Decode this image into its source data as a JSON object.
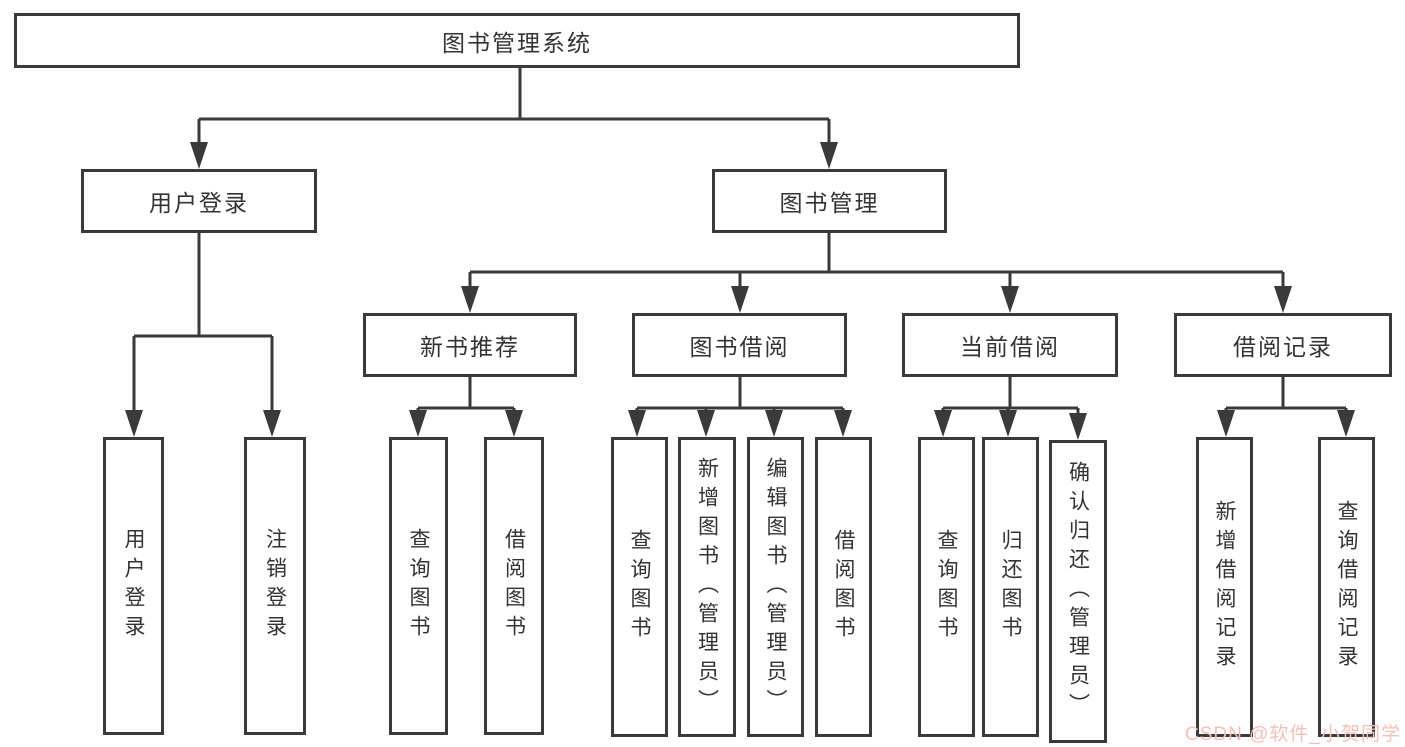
{
  "diagram_type": "hierarchy-tree",
  "colors": {
    "line": "#3a3a3a",
    "text": "#333333",
    "background": "#ffffff",
    "watermark": "#f4c0b8"
  },
  "watermark": {
    "text": "CSDN @软件_小贺同学"
  },
  "tree": {
    "label": "图书管理系统",
    "children": [
      {
        "label": "用户登录",
        "children": [
          {
            "label": "用户登录"
          },
          {
            "label": "注销登录"
          }
        ]
      },
      {
        "label": "图书管理",
        "children": [
          {
            "label": "新书推荐",
            "children": [
              {
                "label": "查询图书"
              },
              {
                "label": "借阅图书"
              }
            ]
          },
          {
            "label": "图书借阅",
            "children": [
              {
                "label": "查询图书"
              },
              {
                "label": "新增图书（管理员）"
              },
              {
                "label": "编辑图书（管理员）"
              },
              {
                "label": "借阅图书"
              }
            ]
          },
          {
            "label": "当前借阅",
            "children": [
              {
                "label": "查询图书"
              },
              {
                "label": "归还图书"
              },
              {
                "label": "确认归还（管理员）"
              }
            ]
          },
          {
            "label": "借阅记录",
            "children": [
              {
                "label": "新增借阅记录"
              },
              {
                "label": "查询借阅记录"
              }
            ]
          }
        ]
      }
    ]
  }
}
